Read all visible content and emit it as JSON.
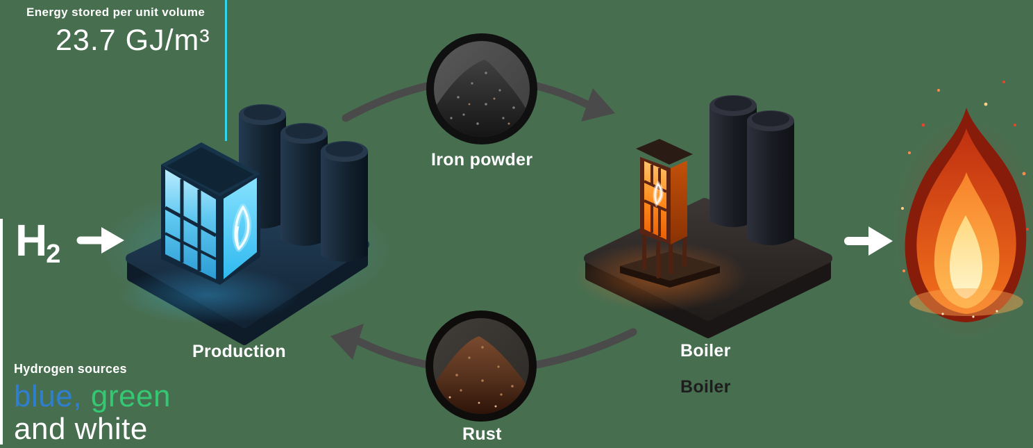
{
  "background": "#486e50",
  "energy_stat": {
    "label": "Energy stored per unit volume",
    "value": "23.7 GJ/m³"
  },
  "hydrogen_input": {
    "symbol": "H",
    "subscript": "2"
  },
  "stations": {
    "production": {
      "label": "Production"
    },
    "boiler": {
      "label": "Boiler",
      "shadow_label": "Boiler"
    }
  },
  "carriers": {
    "iron_powder": {
      "label": "Iron powder"
    },
    "rust": {
      "label": "Rust"
    }
  },
  "hydrogen_sources": {
    "label": "Hydrogen sources",
    "parts": [
      {
        "text": "blue,",
        "color": "#2e7fd0"
      },
      {
        "text": "green",
        "color": "#35c873"
      },
      {
        "text": "and white",
        "color": "#ffffff"
      }
    ]
  },
  "colors": {
    "accent_cyan_line": "#2fd4ef",
    "accent_white_line": "#ffffff",
    "cycle_arrow_gray": "#4a4a4a",
    "production_glow_blue": "#35c1f0",
    "boiler_glow_orange": "#ff7d1f",
    "flame_core": "#ffe9a8",
    "boiler_shadow_label_color": "#1d1d1d"
  }
}
